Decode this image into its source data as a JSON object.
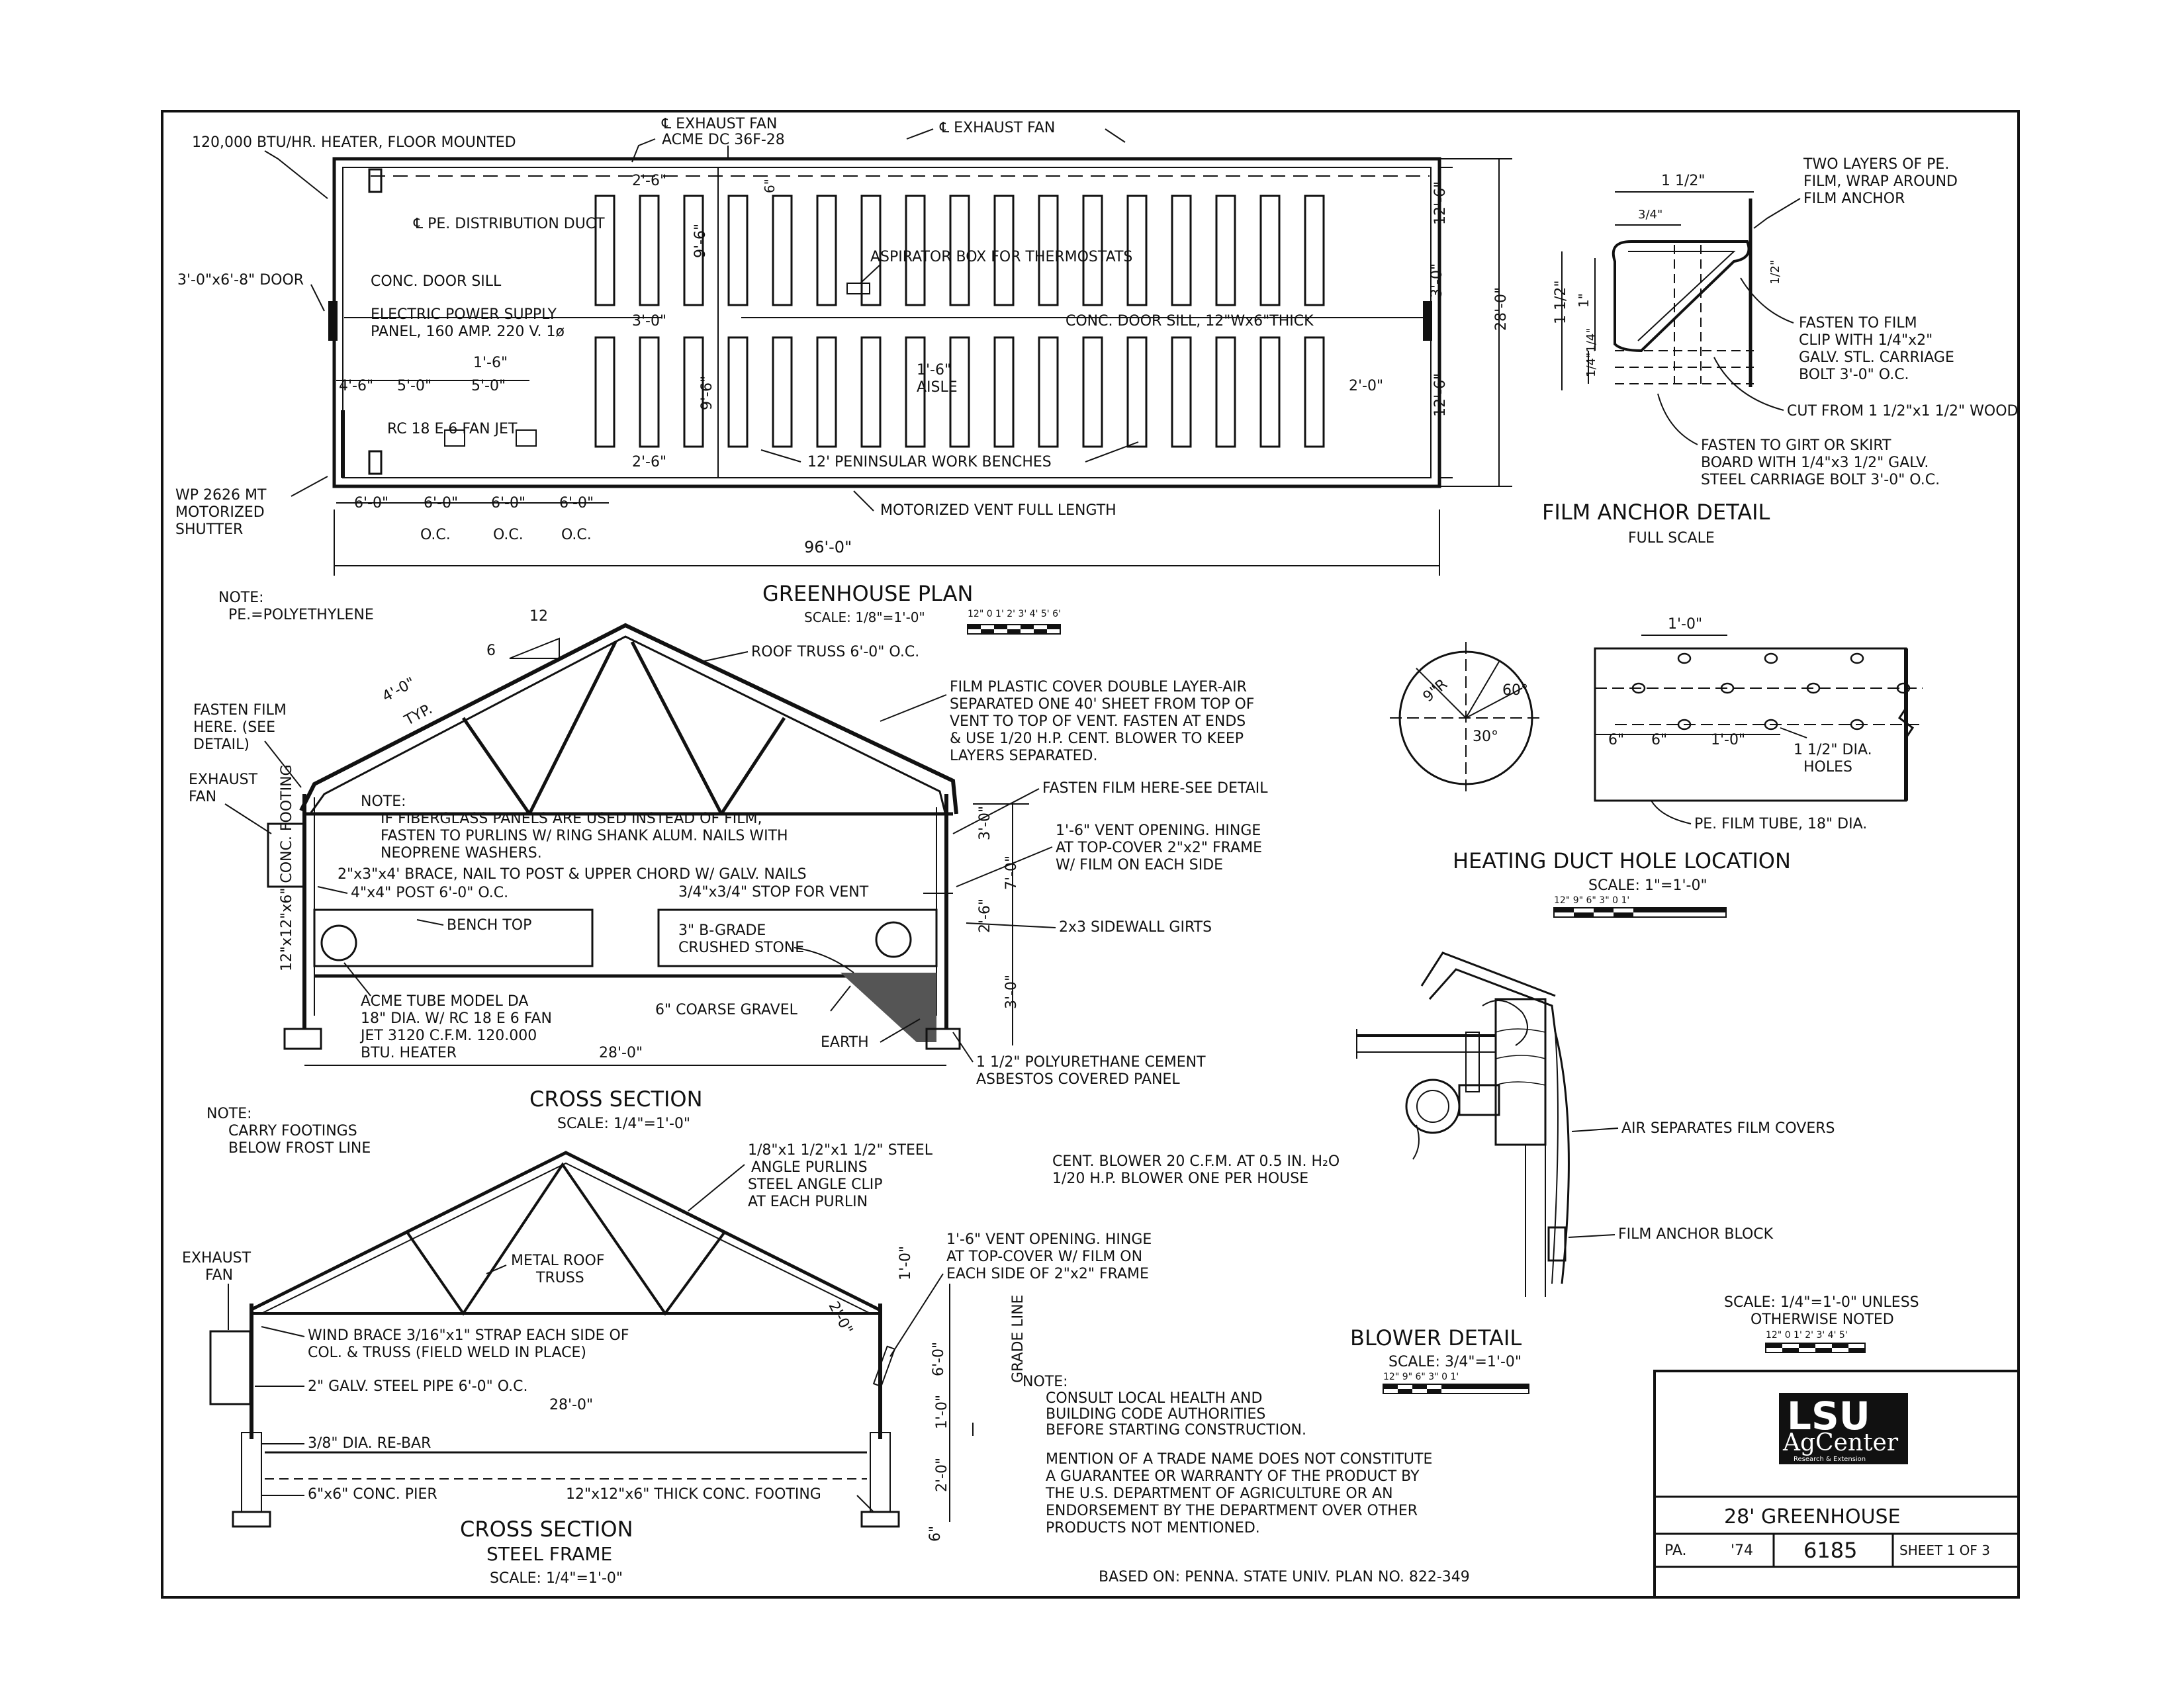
{
  "plan": {
    "title": "GREENHOUSE PLAN",
    "scale": "SCALE: 1/8\"=1'-0\"",
    "bar_scale": "12\" 0 1' 2' 3' 4' 5' 6'",
    "heater": "120,000 BTU/HR. HEATER, FLOOR MOUNTED",
    "exhaust_fan_1": "℄ EXHAUST FAN",
    "exhaust_fan_1b": "ACME DC 36F-28",
    "exhaust_fan_2": "℄ EXHAUST FAN",
    "door": "3'-0\"x6'-8\" DOOR",
    "distribution_duct": "℄ PE. DISTRIBUTION DUCT",
    "door_sill": "CONC. DOOR SILL",
    "elec_panel_1": "ELECTRIC POWER SUPPLY",
    "elec_panel_2": "PANEL, 160 AMP. 220 V. 1ø",
    "aspirator": "ASPIRATOR BOX FOR THERMOSTATS",
    "door_sill_2": "CONC. DOOR SILL, 12\"Wx6\"THICK",
    "aisle": "AISLE",
    "fan_jet": "RC 18 E 6 FAN JET",
    "work_benches": "12' PENINSULAR WORK BENCHES",
    "shutter_1": "WP 2626 MT",
    "shutter_2": "MOTORIZED",
    "shutter_3": "SHUTTER",
    "motorized_vent": "MOTORIZED VENT FULL LENGTH",
    "dims": {
      "d2_6a": "2'-6\"",
      "d6": "6\"",
      "d9_6a": "9'-6\"",
      "d3_0a": "3'-0\"",
      "d1_6a": "1'-6\"",
      "d5_0a": "5'-0\"",
      "d4_6": "4'-6\"",
      "d5_0b": "5'-0\"",
      "d1_6b": "1'-6\"",
      "d9_6b": "9'-6\"",
      "d2_6b": "2'-6\"",
      "d2_0": "2'-0\"",
      "d12_6a": "12'-6\"",
      "d3_0b": "3'-0\"",
      "d28": "28'-0\"",
      "d12_6b": "12'-6\"",
      "d6_0a": "6'-0\"",
      "d6_0b": "6'-0\"",
      "d6_0c": "6'-0\"",
      "d6_0d": "6'-0\"",
      "oc": "O.C.",
      "d96": "96'-0\""
    }
  },
  "film_anchor": {
    "title": "FILM ANCHOR DETAIL",
    "scale": "FULL SCALE",
    "two_layers_1": "TWO LAYERS OF PE.",
    "two_layers_2": "FILM, WRAP AROUND",
    "two_layers_3": "FILM ANCHOR",
    "clip_1": "FASTEN TO FILM",
    "clip_2": "CLIP WITH 1/4\"x2\"",
    "clip_3": "GALV. STL. CARRIAGE",
    "clip_4": "BOLT 3'-0\" O.C.",
    "cut_from": "CUT FROM 1 1/2\"x1 1/2\" WOOD",
    "girt_1": "FASTEN TO GIRT OR SKIRT",
    "girt_2": "BOARD WITH 1/4\"x3 1/2\" GALV.",
    "girt_3": "STEEL CARRIAGE BOLT 3'-0\" O.C.",
    "dim_top": "1 1/2\"",
    "dim_34": "3/4\"",
    "dim_12": "1/2\"",
    "dim_side": "1 1/2\"",
    "dim_1": "1\"",
    "dim_14": "1/4\"1/4\""
  },
  "cross_section": {
    "title": "CROSS SECTION",
    "scale": "SCALE: 1/4\"=1'-0\"",
    "note_label": "NOTE:",
    "note_pe": "PE.=POLYETHYLENE",
    "slope_12": "12",
    "slope_6": "6",
    "dim_4_0": "4'-0\"",
    "typ": "TYP.",
    "roof_truss": "ROOF TRUSS 6'-0\" O.C.",
    "film_1": "FILM PLASTIC COVER DOUBLE LAYER-AIR",
    "film_2": "SEPARATED ONE 40' SHEET FROM TOP OF",
    "film_3": "VENT TO TOP OF VENT. FASTEN AT ENDS",
    "film_4": "& USE 1/20 H.P. CENT. BLOWER TO KEEP",
    "film_5": "LAYERS SEPARATED.",
    "fasten_film_1": "FASTEN FILM",
    "fasten_film_2": "HERE. (SEE",
    "fasten_film_3": "DETAIL)",
    "exhaust_1": "EXHAUST",
    "exhaust_2": "FAN",
    "note2_label": "NOTE:",
    "fiber_1": "IF FIBERGLASS PANELS ARE USED INSTEAD OF FILM,",
    "fiber_2": "FASTEN TO PURLINS W/ RING SHANK ALUM. NAILS WITH",
    "fiber_3": "NEOPRENE WASHERS.",
    "fasten_detail": "FASTEN FILM HERE-SEE DETAIL",
    "vent_1": "1'-6\" VENT OPENING. HINGE",
    "vent_2": "AT TOP-COVER 2\"x2\" FRAME",
    "vent_3": "W/ FILM ON EACH SIDE",
    "brace": "2\"x3\"x4' BRACE, NAIL TO POST & UPPER CHORD W/ GALV. NAILS",
    "post": "4\"x4\" POST 6'-0\" O.C.",
    "stop": "3/4\"x3/4\" STOP FOR VENT",
    "bench_top": "BENCH TOP",
    "crushed_1": "3\" B-GRADE",
    "crushed_2": "CRUSHED STONE",
    "girts": "2x3 SIDEWALL GIRTS",
    "footing": "12\"x12\"x6\" CONC. FOOTING",
    "acme_1": "ACME TUBE MODEL DA",
    "acme_2": "18\" DIA. W/ RC 18 E 6 FAN",
    "acme_3": "JET 3120 C.F.M. 120.000",
    "acme_4": "BTU. HEATER",
    "gravel": "6\" COARSE GRAVEL",
    "earth": "EARTH",
    "poly_1": "1 1/2\" POLYURETHANE CEMENT",
    "poly_2": "ASBESTOS COVERED PANEL",
    "dim_28": "28'-0\"",
    "dim_3_0a": "3'-0\"",
    "dim_7_0": "7'-0\"",
    "dim_2_6": "2'-6\"",
    "dim_3_0b": "3'-0\""
  },
  "steel_section": {
    "title": "CROSS SECTION",
    "subtitle": "STEEL FRAME",
    "scale": "SCALE: 1/4\"=1'-0\"",
    "note_label": "NOTE:",
    "note_1": "CARRY FOOTINGS",
    "note_2": "BELOW FROST LINE",
    "purlins_1": "1/8\"x1 1/2\"x1 1/2\" STEEL",
    "purlins_2": "ANGLE PURLINS",
    "purlins_3": "STEEL ANGLE CLIP",
    "purlins_4": "AT EACH PURLIN",
    "exhaust_1": "EXHAUST",
    "exhaust_2": "FAN",
    "metal_truss_1": "METAL ROOF",
    "metal_truss_2": "TRUSS",
    "vent_1": "1'-6\" VENT OPENING. HINGE",
    "vent_2": "AT TOP-COVER W/ FILM ON",
    "vent_3": "EACH SIDE OF 2\"x2\" FRAME",
    "wind_1": "WIND BRACE 3/16\"x1\" STRAP EACH SIDE OF",
    "wind_2": "COL. & TRUSS (FIELD WELD IN PLACE)",
    "pipe": "2\" GALV. STEEL PIPE 6'-0\" O.C.",
    "dim_28": "28'-0\"",
    "rebar": "3/8\" DIA. RE-BAR",
    "pier": "6\"x6\" CONC. PIER",
    "footing": "12\"x12\"x6\" THICK CONC. FOOTING",
    "grade_line": "GRADE LINE",
    "dim_1_0a": "1'-0\"",
    "dim_2_0a": "2'-0\"",
    "dim_6_0": "6'-0\"",
    "dim_1_0b": "1'-0\"",
    "dim_2_0b": "2'-0\"",
    "dim_6": "6\""
  },
  "heating_duct": {
    "title": "HEATING DUCT HOLE LOCATION",
    "scale": "SCALE: 1\"=1'-0\"",
    "bar_scale": "12\" 9\" 6\" 3\" 0        1'",
    "radius": "9\"R",
    "ang_60": "60°",
    "ang_30": "30°",
    "dim_1_0": "1'-0\"",
    "dim_6a": "6\"",
    "dim_6b": "6\"",
    "dim_1_0b": "1'-0\"",
    "holes_1": "1 1/2\" DIA.",
    "holes_2": "HOLES",
    "tube": "PE. FILM TUBE, 18\" DIA."
  },
  "blower": {
    "title": "BLOWER DETAIL",
    "scale": "SCALE: 3/4\"=1'-0\"",
    "bar_scale": "12\" 9\" 6\" 3\" 0        1'",
    "cent_1": "CENT. BLOWER 20 C.F.M. AT 0.5 IN. H₂O",
    "cent_2": "1/20 H.P. BLOWER ONE PER HOUSE",
    "air_sep": "AIR SEPARATES FILM COVERS",
    "anchor_block": "FILM ANCHOR BLOCK"
  },
  "notes": {
    "note_label": "NOTE:",
    "consult_1": "CONSULT LOCAL HEALTH AND",
    "consult_2": "BUILDING CODE AUTHORITIES",
    "consult_3": "BEFORE STARTING CONSTRUCTION.",
    "mention_1": "MENTION OF A TRADE NAME DOES NOT CONSTITUTE",
    "mention_2": "A GUARANTEE OR WARRANTY OF THE PRODUCT BY",
    "mention_3": "THE U.S. DEPARTMENT OF AGRICULTURE OR AN",
    "mention_4": "ENDORSEMENT BY THE DEPARTMENT OVER OTHER",
    "mention_5": "PRODUCTS NOT MENTIONED.",
    "based_on": "BASED ON: PENNA. STATE UNIV. PLAN NO. 822-349"
  },
  "title_block": {
    "scale_1": "SCALE: 1/4\"=1'-0\" UNLESS",
    "scale_2": "OTHERWISE NOTED",
    "bar_scale": "12\" 0 1' 2' 3' 4' 5'",
    "logo_main": "LSU",
    "logo_sub": "AgCenter",
    "logo_tag": "Research & Extension",
    "drawing_title": "28' GREENHOUSE",
    "pa": "PA.",
    "year": "'74",
    "plan_no": "6185",
    "sheet": "SHEET 1 OF 3"
  }
}
